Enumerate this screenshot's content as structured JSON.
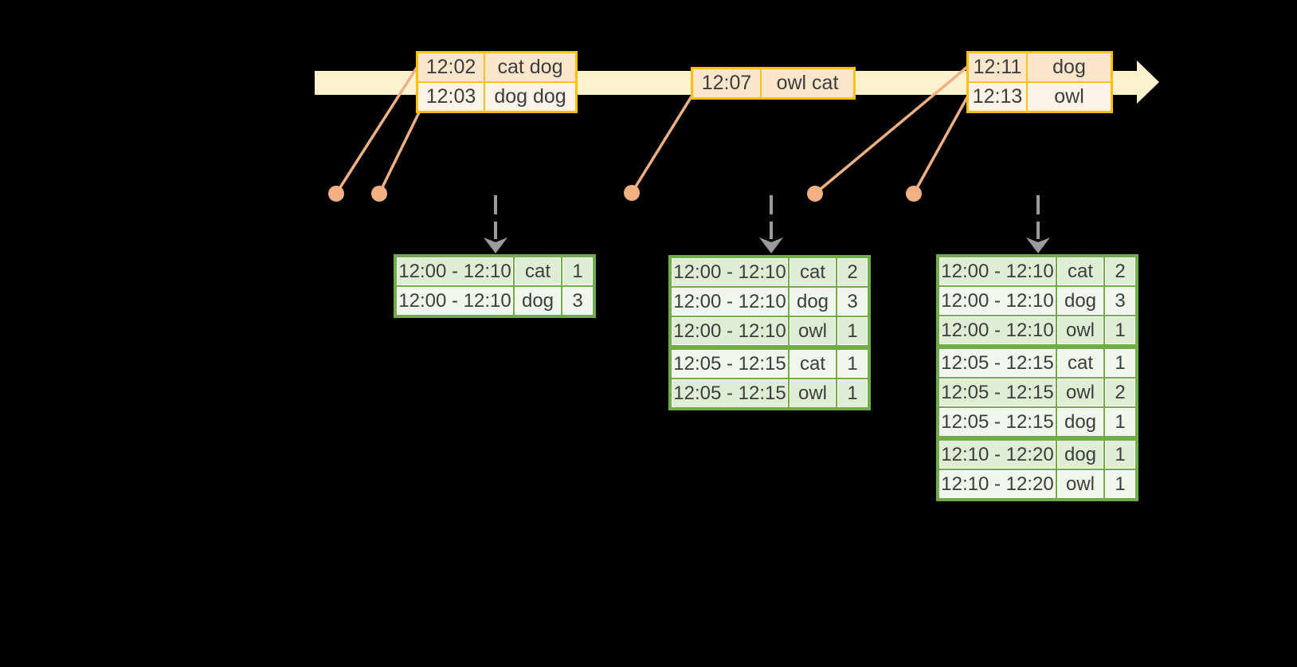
{
  "colors": {
    "background": "#000000",
    "timeline_band": "#FCF2CF",
    "event_border": "#FFC000",
    "event_row_dark": "#FBE5CB",
    "event_row_light": "#FDF3E6",
    "marker": "#F2B083",
    "result_border": "#70AD47",
    "result_row_dark": "#DFEDD5",
    "result_row_light": "#F0F6EB",
    "trigger_arrow": "#9B9B9B",
    "text": "#3D3D3D"
  },
  "event_tables": [
    {
      "rows": [
        {
          "time": "12:02",
          "words": "cat dog"
        },
        {
          "time": "12:03",
          "words": "dog dog"
        }
      ]
    },
    {
      "rows": [
        {
          "time": "12:07",
          "words": "owl cat"
        }
      ]
    },
    {
      "rows": [
        {
          "time": "12:11",
          "words": "dog"
        },
        {
          "time": "12:13",
          "words": "owl"
        }
      ]
    }
  ],
  "result_tables": [
    {
      "rows": [
        {
          "window": "12:00 - 12:10",
          "word": "cat",
          "count": "1"
        },
        {
          "window": "12:00 - 12:10",
          "word": "dog",
          "count": "3"
        }
      ]
    },
    {
      "rows": [
        {
          "window": "12:00 - 12:10",
          "word": "cat",
          "count": "2"
        },
        {
          "window": "12:00 - 12:10",
          "word": "dog",
          "count": "3"
        },
        {
          "window": "12:00 - 12:10",
          "word": "owl",
          "count": "1"
        },
        {
          "window": "12:05 - 12:15",
          "word": "cat",
          "count": "1"
        },
        {
          "window": "12:05 - 12:15",
          "word": "owl",
          "count": "1"
        }
      ]
    },
    {
      "rows": [
        {
          "window": "12:00 - 12:10",
          "word": "cat",
          "count": "2"
        },
        {
          "window": "12:00 - 12:10",
          "word": "dog",
          "count": "3"
        },
        {
          "window": "12:00 - 12:10",
          "word": "owl",
          "count": "1"
        },
        {
          "window": "12:05 - 12:15",
          "word": "cat",
          "count": "1"
        },
        {
          "window": "12:05 - 12:15",
          "word": "owl",
          "count": "2"
        },
        {
          "window": "12:05 - 12:15",
          "word": "dog",
          "count": "1"
        },
        {
          "window": "12:10 - 12:20",
          "word": "dog",
          "count": "1"
        },
        {
          "window": "12:10 - 12:20",
          "word": "owl",
          "count": "1"
        }
      ]
    }
  ]
}
